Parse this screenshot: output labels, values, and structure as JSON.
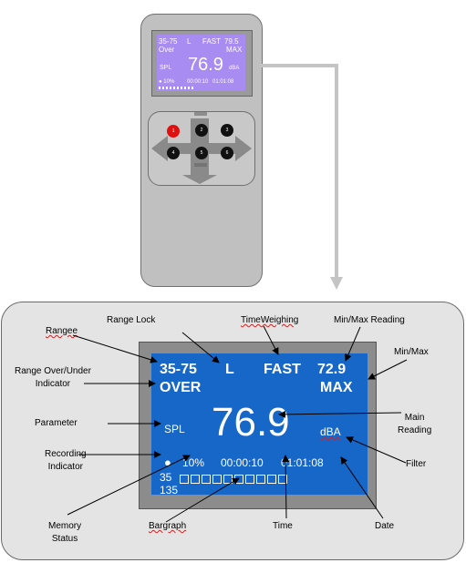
{
  "meter": {
    "display": {
      "range": "35-75",
      "range_lock": "L",
      "time_weighting": "FAST",
      "max_value": "79.5",
      "over": "Over",
      "max_label": "MAX",
      "parameter": "SPL",
      "reading": "76.9",
      "unit": "dBA",
      "status": "● 10%",
      "time": "00:00:10",
      "date": "01:01:08"
    },
    "keys": [
      "1",
      "2",
      "3",
      "4",
      "5",
      "6"
    ]
  },
  "display": {
    "range": "35-75",
    "range_lock": "L",
    "time_weighting": "FAST",
    "max_value": "72.9",
    "over": "OVER",
    "max_label": "MAX",
    "parameter": "SPL",
    "reading": "76.9",
    "unit": "dBA",
    "memory": "10%",
    "time": "00:00:10",
    "date": "01:01:08",
    "bargraph_low": "35",
    "bargraph_high": "135",
    "bargraph_segments": 10
  },
  "callouts": {
    "rangee": "Rangee",
    "range_lock": "Range Lock",
    "time_weighting": "TimeWeighing",
    "min_max_reading": "Min/Max Reading",
    "min_max": "Min/Max",
    "range_over_under": "Range Over/Under\nIndicator",
    "parameter": "Parameter",
    "main_reading": "Main\nReading",
    "recording": "Recording\nIndicator",
    "filter": "Filter",
    "memory": "Memory\nStatus",
    "bargraph": "Bargraph",
    "time": "Time",
    "date": "Date"
  },
  "colors": {
    "mini_screen": "#a98cf2",
    "main_screen": "#1767c8",
    "connector": "#c4c4c4",
    "record_key": "#e01010"
  }
}
